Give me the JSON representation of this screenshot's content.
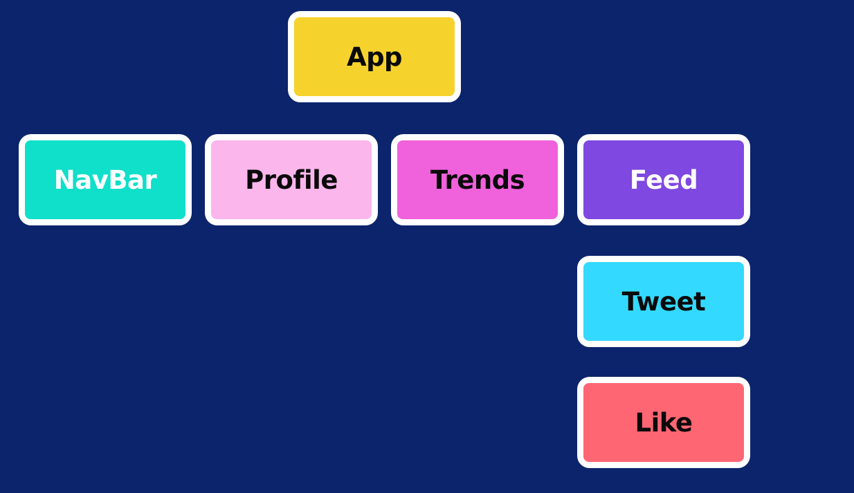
{
  "diagram": {
    "background_color": "#0b246c",
    "border_color": "#ffffff",
    "nodes": {
      "app": {
        "label": "App",
        "fill": "#f6d22c",
        "text_color": "#0a0a0a"
      },
      "navbar": {
        "label": "NavBar",
        "fill": "#10dfca",
        "text_color": "#ffffff"
      },
      "profile": {
        "label": "Profile",
        "fill": "#fbb6ec",
        "text_color": "#0a0a0a"
      },
      "trends": {
        "label": "Trends",
        "fill": "#f061dc",
        "text_color": "#0a0a0a"
      },
      "feed": {
        "label": "Feed",
        "fill": "#7f48e0",
        "text_color": "#ffffff"
      },
      "tweet": {
        "label": "Tweet",
        "fill": "#34d9ff",
        "text_color": "#0a0a0a"
      },
      "like": {
        "label": "Like",
        "fill": "#ff6673",
        "text_color": "#0a0a0a"
      }
    }
  }
}
